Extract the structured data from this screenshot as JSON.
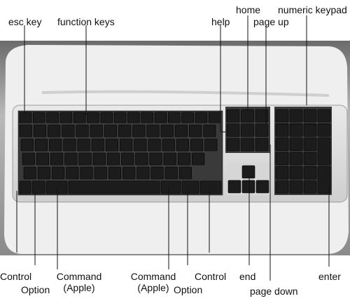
{
  "labels": {
    "esc_key": "esc key",
    "function_keys": "function keys",
    "help": "help",
    "home": "home",
    "page_up": "page up",
    "numeric_keypad": "numeric keypad",
    "control_left": "Control",
    "option_left": "Option",
    "command_left_1": "Command",
    "command_left_2": "(Apple)",
    "command_right_1": "Command",
    "command_right_2": "(Apple)",
    "option_right": "Option",
    "control_right": "Control",
    "end": "end",
    "page_down": "page down",
    "enter": "enter"
  }
}
